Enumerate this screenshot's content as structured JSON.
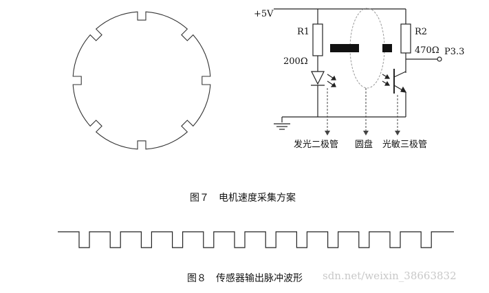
{
  "circuit": {
    "vcc_label": "+5V",
    "r1_label": "R1",
    "r1_value": "200Ω",
    "r2_label": "R2",
    "r2_value": "470Ω",
    "output_label": "P3.3",
    "led_name": "发光二极管",
    "disk_name": "圆盘",
    "transistor_name": "光敏三极管"
  },
  "figures": {
    "fig7_caption": "图７　电机速度采集方案",
    "fig8_caption": "图８　传感器输出脉冲波形"
  },
  "pulse": {
    "pulse_count": 12
  },
  "watermark": "sdn.net/weixin_38663832"
}
